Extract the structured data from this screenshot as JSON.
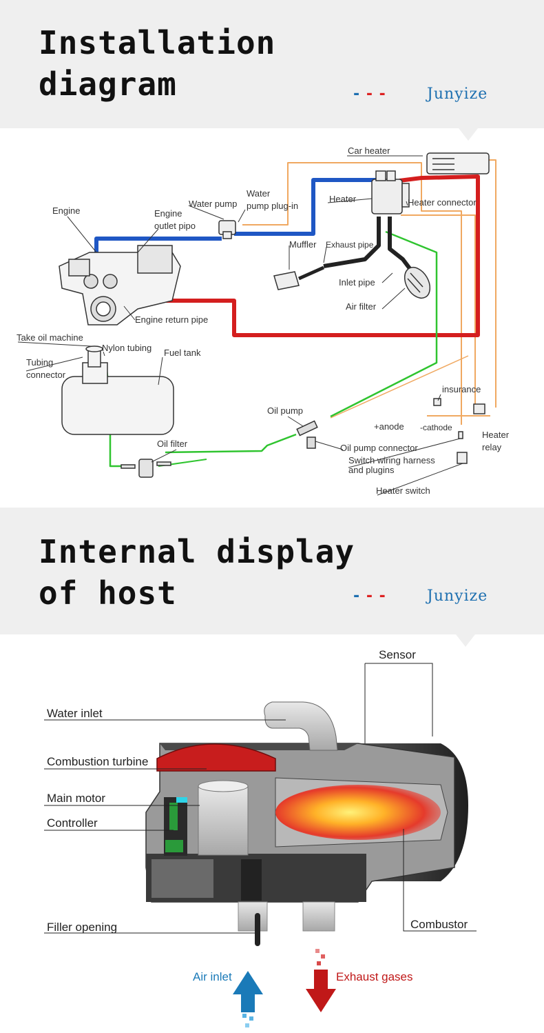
{
  "section1": {
    "title_line1": "Installation",
    "title_line2": "diagram",
    "brand": "Junyize",
    "labels": {
      "car_heater": "Car heater",
      "water": "Water",
      "pump_plug_in": "pump plug-in",
      "water_pump": "Water pump",
      "heater": "Heater",
      "heater_connector": "Heater connector",
      "engine": "Engine",
      "engine_outlet_1": "Engine",
      "engine_outlet_2": "outlet pipo",
      "muffler": "Muffler",
      "exhaust_pipe": "Exhaust pipe",
      "inlet_pipe": "Inlet pipe",
      "air_filter": "Air filter",
      "engine_return_pipe": "Engine return pipe",
      "take_oil_machine": "Take oil machine",
      "nylon_tubing": "Nylon tubing",
      "fuel_tank": "Fuel tank",
      "tubing_1": "Tubing",
      "tubing_2": "connector",
      "insurance": "insurance",
      "oil_pump": "Oil pump",
      "anode": "+anode",
      "cathode": "-cathode",
      "heater_relay_1": "Heater",
      "heater_relay_2": "relay",
      "oil_filter": "Oil filter",
      "oil_pump_connector": "Oil pump connector",
      "switch_harness_1": "Switch wiring harness",
      "switch_harness_2": "and plugins",
      "heater_switch": "Heater switch"
    }
  },
  "section2": {
    "title_line1": "Internal display",
    "title_line2": "of host",
    "brand": "Junyize",
    "labels": {
      "sensor": "Sensor",
      "water_inlet": "Water inlet",
      "combustion_turbine": "Combustion turbine",
      "main_motor": "Main motor",
      "controller": "Controller",
      "filler_opening": "Filler opening",
      "combustor": "Combustor",
      "air_inlet": "Air inlet",
      "exhaust_gases": "Exhaust gases"
    }
  },
  "colors": {
    "water_out": "#1f57c4",
    "water_return": "#d41e1e",
    "fuel": "#2fc42f",
    "wiring": "#f0a860",
    "brand": "#1d6fb0",
    "air_arrow": "#1a7ab8",
    "exhaust_arrow": "#c01818"
  }
}
